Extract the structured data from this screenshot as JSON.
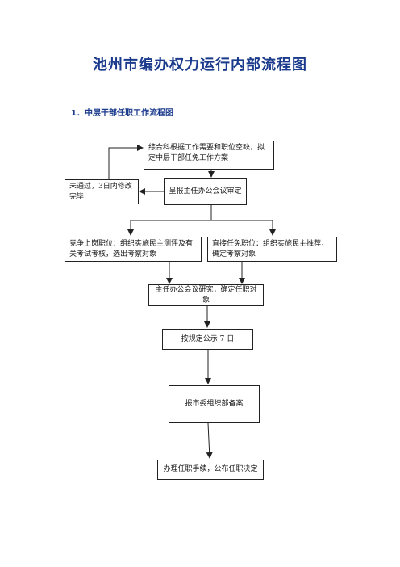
{
  "document": {
    "title": "池州市编办权力运行内部流程图",
    "section_title": "1．中层干部任职工作流程图"
  },
  "flow": {
    "step_plan": "综合科根据工作需要和职位空缺，拟定中层干部任免工作方案",
    "step_submit": "呈报主任办公会议审定",
    "step_revise": "未通过，3日内修改完毕",
    "step_compete": "竞争上岗职位：组织实施民主测评及有关考试考核，选出考察对象",
    "step_direct": "直接任免职位：组织实施民主推荐，确定考察对象",
    "step_meeting": "主任办公会议研究，确定任职对象",
    "step_publicity": "按规定公示 7 日",
    "step_filing": "报市委组织部备案",
    "step_issue": "办理任职手续，公布任职决定"
  },
  "colors": {
    "title": "#1a3a8c",
    "line": "#222222"
  }
}
